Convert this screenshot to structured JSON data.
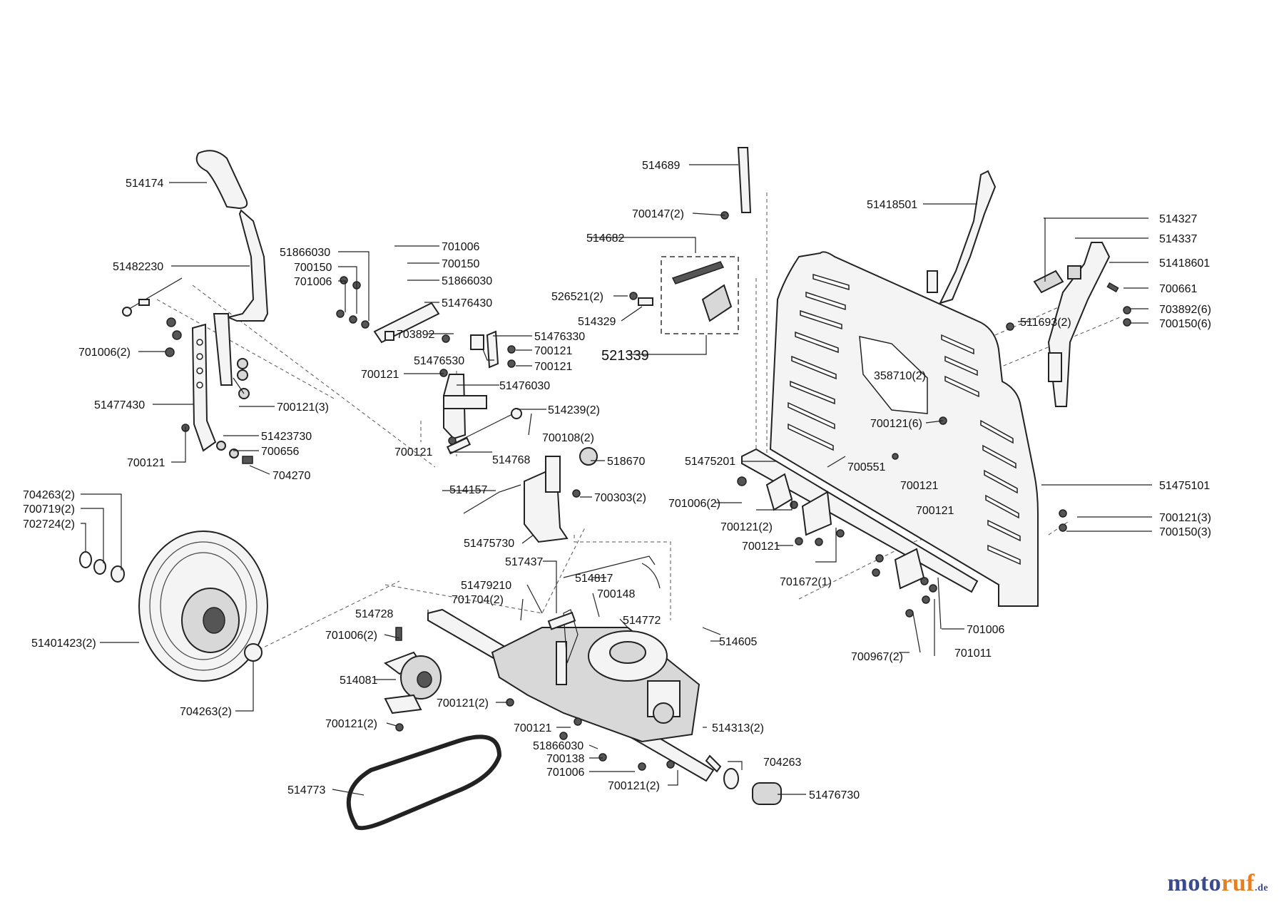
{
  "diagram": {
    "callout_labels": [
      "514174",
      "51482230",
      "701006(2)",
      "51477430",
      "700121",
      "700121(3)",
      "51423730",
      "700656",
      "704270",
      "51866030",
      "700150",
      "701006",
      "701006",
      "700150",
      "51866030",
      "51476430",
      "703892",
      "51476330",
      "51476530",
      "700121",
      "700121",
      "700121",
      "51476030",
      "514239(2)",
      "700108(2)",
      "700121",
      "514768",
      "514157",
      "518670",
      "700303(2)",
      "51475730",
      "514689",
      "700147(2)",
      "514682",
      "526521(2)",
      "514329",
      "521339",
      "51418501",
      "514327",
      "514337",
      "51418601",
      "700661",
      "703892(6)",
      "700150(6)",
      "511693(2)",
      "358710(2)",
      "700121(6)",
      "51475201",
      "700551",
      "701006(2)",
      "700121(2)",
      "700121",
      "700121",
      "700121",
      "701672(1)",
      "51475101",
      "700121(3)",
      "700150(3)",
      "701006",
      "700967(2)",
      "701011",
      "704263(2)",
      "700719(2)",
      "702724(2)",
      "51401423(2)",
      "704263(2)",
      "517437",
      "514817",
      "51479210",
      "701704(2)",
      "700148",
      "514772",
      "514728",
      "701006(2)",
      "514081",
      "700121(2)",
      "514605",
      "700121(2)",
      "700121",
      "514313(2)",
      "51866030",
      "700138",
      "701006",
      "704263",
      "700121(2)",
      "51476730",
      "514773"
    ]
  },
  "brand": {
    "name_part1": "moto",
    "name_part2": "ruf",
    "tld": ".de"
  }
}
